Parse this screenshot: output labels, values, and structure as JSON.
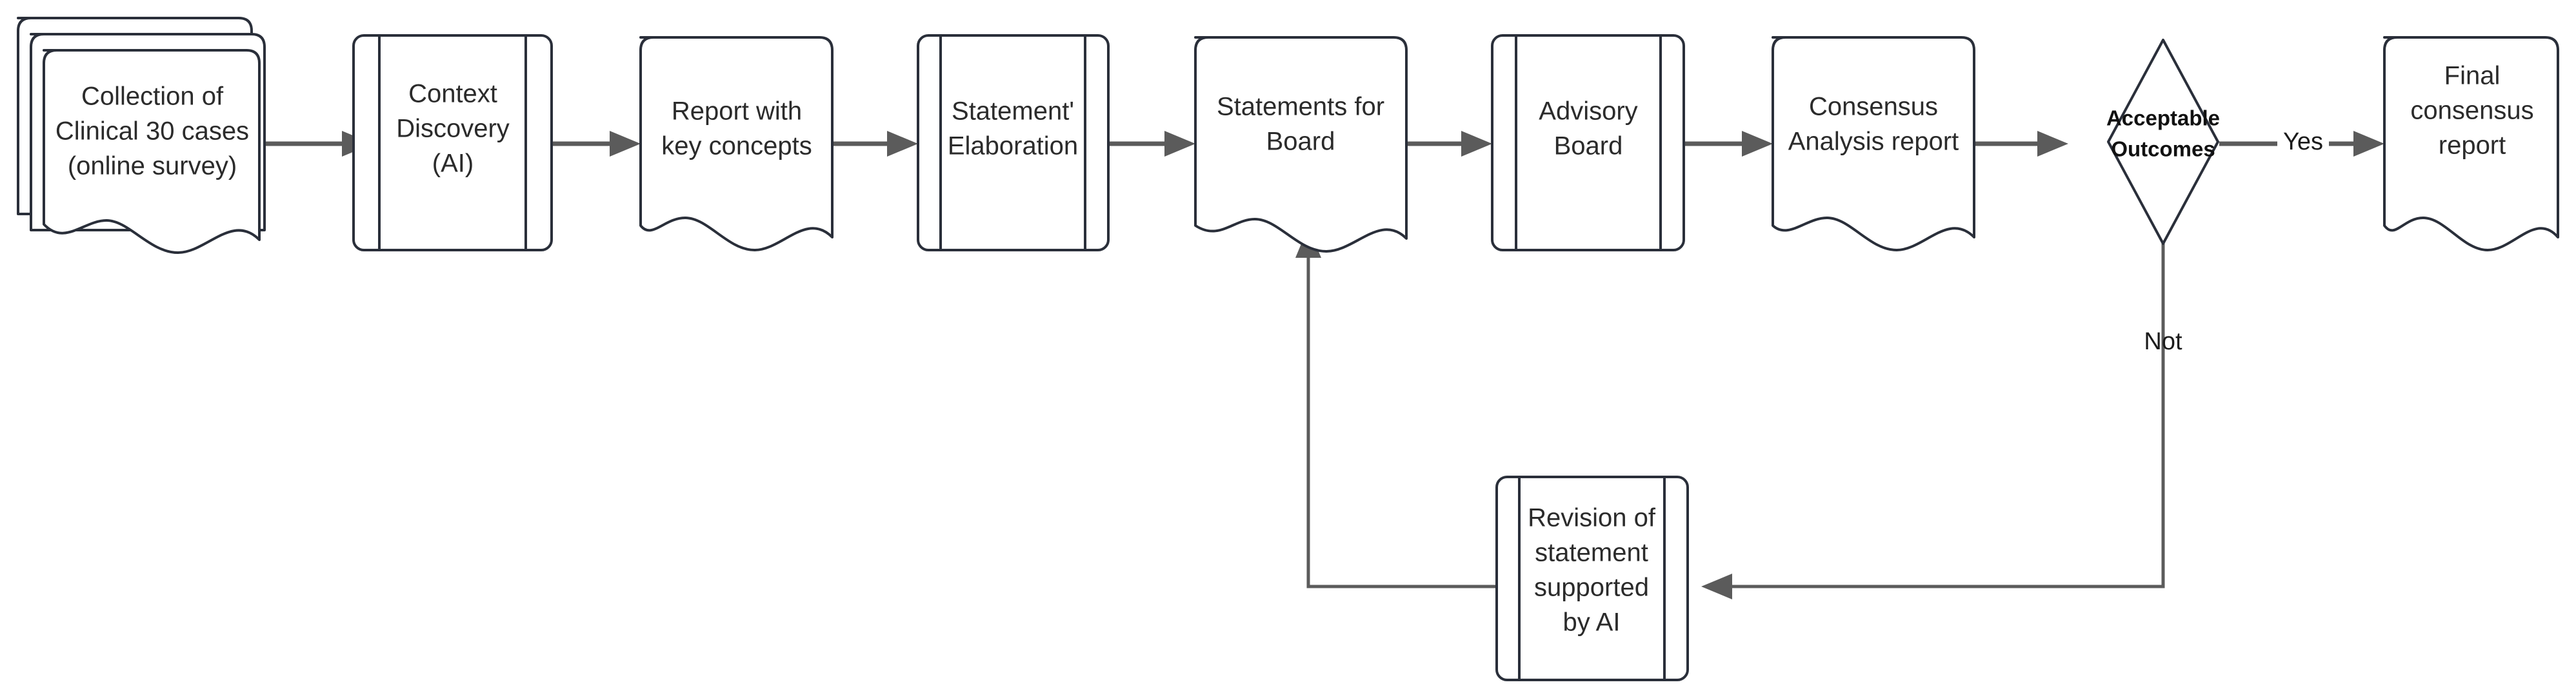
{
  "diagram": {
    "type": "flowchart",
    "title": "Consensus process flowchart",
    "background_color": "#ffffff",
    "shape_stroke_color": "#2a2f3a",
    "connector_color": "#5b5b5b",
    "text_color": "#2b2b2b",
    "nodes": [
      {
        "id": "collection",
        "shape": "multi-document",
        "lines": [
          "Collection of",
          "Clinical 30 cases",
          "(online survey)"
        ]
      },
      {
        "id": "context-discovery",
        "shape": "predefined-process",
        "lines": [
          "Context",
          "Discovery",
          "(AI)"
        ]
      },
      {
        "id": "report-key-concepts",
        "shape": "document",
        "lines": [
          "Report with",
          "key concepts"
        ]
      },
      {
        "id": "statement-elaboration",
        "shape": "predefined-process",
        "lines": [
          "Statement'",
          "Elaboration"
        ]
      },
      {
        "id": "statements-for-board",
        "shape": "document",
        "lines": [
          "Statements for",
          "Board"
        ]
      },
      {
        "id": "advisory-board",
        "shape": "predefined-process",
        "lines": [
          "Advisory",
          "Board"
        ]
      },
      {
        "id": "consensus-analysis-report",
        "shape": "document",
        "lines": [
          "Consensus",
          "Analysis report"
        ]
      },
      {
        "id": "acceptable-outcomes",
        "shape": "decision-diamond",
        "lines": [
          "Acceptable",
          "Outcomes"
        ]
      },
      {
        "id": "final-consensus-report",
        "shape": "document",
        "lines": [
          "Final",
          "consensus",
          "report"
        ]
      },
      {
        "id": "revision-of-statement",
        "shape": "predefined-process",
        "lines": [
          "Revision of",
          "statement",
          "supported",
          "by AI"
        ]
      }
    ],
    "edges": [
      {
        "id": "e1",
        "from": "collection",
        "to": "context-discovery",
        "label": ""
      },
      {
        "id": "e2",
        "from": "context-discovery",
        "to": "report-key-concepts",
        "label": ""
      },
      {
        "id": "e3",
        "from": "report-key-concepts",
        "to": "statement-elaboration",
        "label": ""
      },
      {
        "id": "e4",
        "from": "statement-elaboration",
        "to": "statements-for-board",
        "label": ""
      },
      {
        "id": "e5",
        "from": "statements-for-board",
        "to": "advisory-board",
        "label": ""
      },
      {
        "id": "e6",
        "from": "advisory-board",
        "to": "consensus-analysis-report",
        "label": ""
      },
      {
        "id": "e7",
        "from": "consensus-analysis-report",
        "to": "acceptable-outcomes",
        "label": ""
      },
      {
        "id": "e8",
        "from": "acceptable-outcomes",
        "to": "final-consensus-report",
        "label": "Yes"
      },
      {
        "id": "e9",
        "from": "acceptable-outcomes",
        "to": "revision-of-statement",
        "label": "Not"
      },
      {
        "id": "e10",
        "from": "revision-of-statement",
        "to": "statements-for-board",
        "label": ""
      }
    ],
    "edge_labels": {
      "yes": "Yes",
      "not": "Not"
    }
  }
}
